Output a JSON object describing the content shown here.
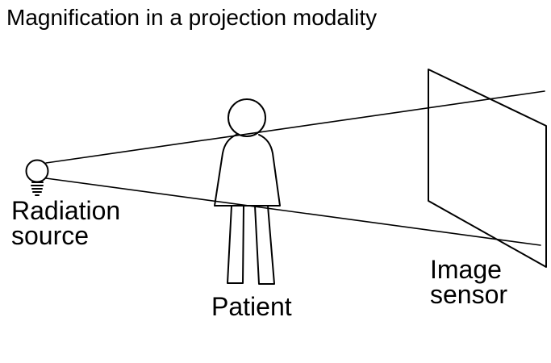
{
  "title": "Magnification in a projection modality",
  "labels": {
    "radiation_source": [
      "Radiation",
      "source"
    ],
    "patient": [
      "Patient"
    ],
    "image_sensor": [
      "Image",
      "sensor"
    ]
  },
  "icons": {
    "source": "light-bulb-icon"
  },
  "colors": {
    "line": "#000000",
    "text": "#000000",
    "background": "#ffffff"
  }
}
